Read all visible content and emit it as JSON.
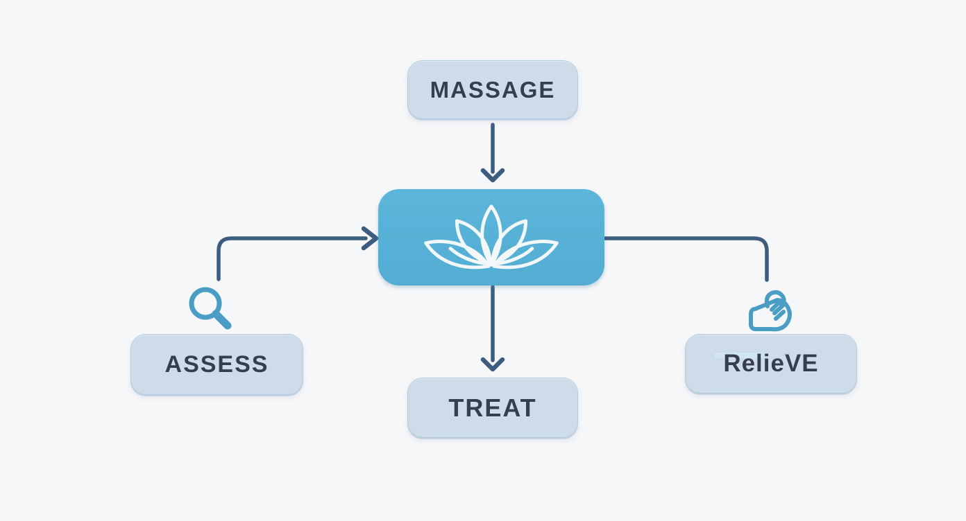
{
  "diagram": {
    "nodes": {
      "massage": {
        "label": "MASSAGE"
      },
      "center": {
        "icon": "lotus-icon"
      },
      "assess": {
        "label": "ASSESS",
        "icon": "magnifier-icon"
      },
      "relieve": {
        "label": "RelieVE",
        "icon": "massage-hand-icon"
      },
      "treat": {
        "label": "TREAT"
      }
    },
    "connectors": [
      {
        "name": "massage-to-center",
        "type": "arrow",
        "direction": "down"
      },
      {
        "name": "assess-to-center",
        "type": "elbow-arrow",
        "direction": "up-then-right"
      },
      {
        "name": "center-to-relieve",
        "type": "elbow-line",
        "direction": "right-then-down"
      },
      {
        "name": "center-to-treat",
        "type": "arrow",
        "direction": "down"
      }
    ]
  },
  "colors": {
    "background": "#f6f7f8",
    "node_fill": "#cddce8",
    "node_border": "#b4cbdc",
    "node_text": "#353e4f",
    "accent_fill": "#58b3d8",
    "connector": "#3d5c80",
    "icon_blue": "#4a9dc4",
    "lotus_stroke": "#f2f7fa"
  }
}
